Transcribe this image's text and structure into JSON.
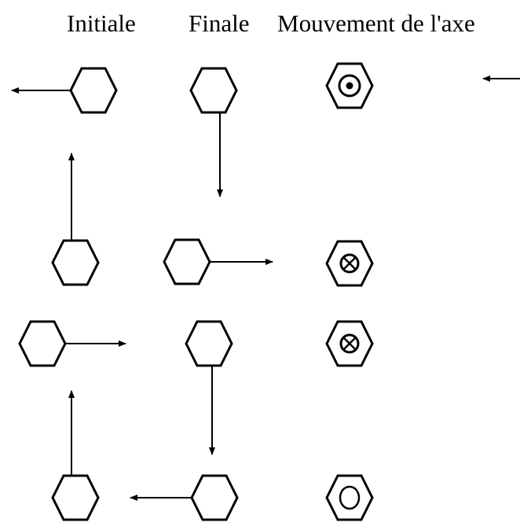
{
  "headers": {
    "initiale": "Initiale",
    "finale": "Finale",
    "mouvement": "Mouvement de l'axe"
  },
  "rows": [
    {
      "initial_arrow": "left",
      "final_arrow": "down",
      "axis_symbol": "dot-in-circle-icon"
    },
    {
      "initial_arrow": "up",
      "final_arrow": "right",
      "axis_symbol": "cross-in-circle-icon"
    },
    {
      "initial_arrow": "right",
      "final_arrow": "down",
      "axis_symbol": "cross-in-circle-icon"
    },
    {
      "initial_arrow": "up",
      "final_arrow": "left",
      "axis_symbol": "empty-circle-icon"
    }
  ],
  "colors": {
    "stroke": "#000000",
    "background": "#ffffff"
  }
}
